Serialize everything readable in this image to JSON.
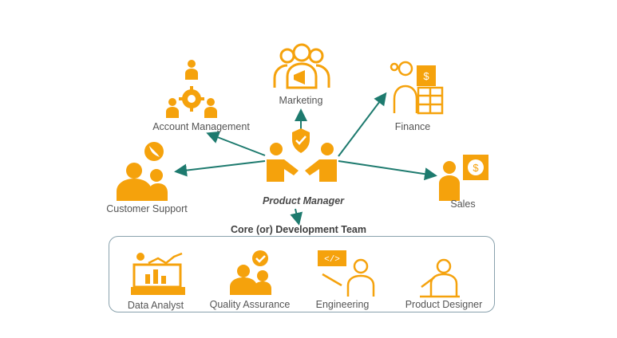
{
  "colors": {
    "accent": "#f5a20c",
    "arrow": "#1d7a6e",
    "box_border": "#8aa2ad"
  },
  "center": {
    "label": "Product Manager",
    "icon": "handshake-shield-icon"
  },
  "stakeholders": [
    {
      "label": "Account Management",
      "icon": "org-gear-icon"
    },
    {
      "label": "Marketing",
      "icon": "team-megaphone-icon"
    },
    {
      "label": "Finance",
      "icon": "finance-person-icon"
    },
    {
      "label": "Customer Support",
      "icon": "support-phone-icon"
    },
    {
      "label": "Sales",
      "icon": "sales-dollar-icon"
    }
  ],
  "team": {
    "title": "Core (or) Development Team",
    "members": [
      {
        "label": "Data Analyst",
        "icon": "analyst-chart-icon"
      },
      {
        "label": "Quality Assurance",
        "icon": "qa-check-icon"
      },
      {
        "label": "Engineering",
        "icon": "engineer-code-icon"
      },
      {
        "label": "Product Designer",
        "icon": "designer-sketch-icon"
      }
    ]
  }
}
